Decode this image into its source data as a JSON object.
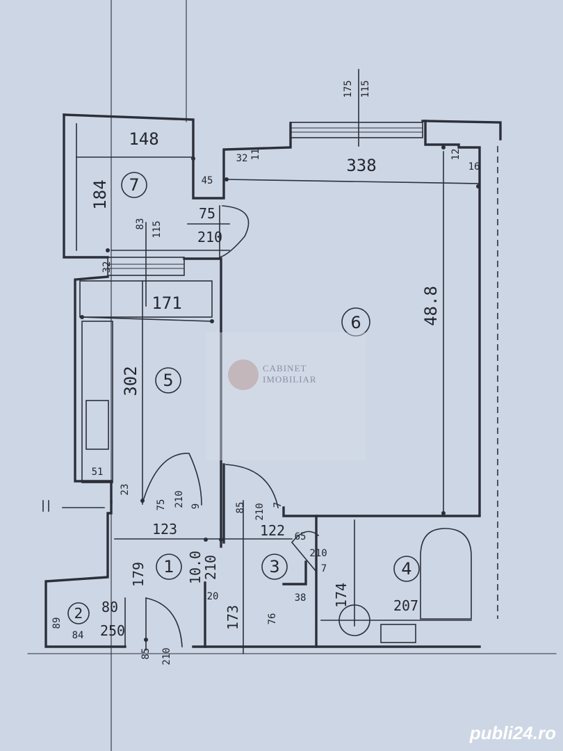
{
  "rooms": [
    {
      "number": "1",
      "dims": "123",
      "area_top": "10.0",
      "area_bottom": "210",
      "depth": "179"
    },
    {
      "number": "2",
      "area_top": "80",
      "area_bottom": "250",
      "w": "84",
      "h": "89"
    },
    {
      "number": "3",
      "dims": "122",
      "depth": "173"
    },
    {
      "number": "4",
      "width": "207",
      "depth": "174"
    },
    {
      "number": "5",
      "width": "171",
      "depth": "302",
      "cabinet": "51"
    },
    {
      "number": "6",
      "width": "338",
      "depth": "48.8"
    },
    {
      "number": "7",
      "width": "148",
      "depth": "184"
    }
  ],
  "labels": {
    "window_top_a": "175",
    "window_top_b": "115",
    "door_7_top": "75",
    "door_7_bottom": "210",
    "win5_a": "83",
    "win5_b": "115",
    "n45": "45",
    "n32": "32",
    "n11": "11",
    "n12": "12",
    "n16": "16",
    "n32b": "32",
    "d_75": "75",
    "d_210": "210",
    "d_9": "9",
    "d_23": "23",
    "d_85a": "85",
    "d_210a": "210",
    "d_7a": "7",
    "d_65": "65",
    "d_210b": "210",
    "d_7b": "7",
    "d_38": "38",
    "d_76": "76",
    "d_20": "20",
    "d_85b": "85",
    "d_210c": "210"
  },
  "logo": {
    "line1": "CABINET",
    "line2": "IMOBILIAR"
  },
  "watermark": "publi24.ro",
  "colors": {
    "paper": "#cdd6e4",
    "ink": "#2b2f3a"
  }
}
